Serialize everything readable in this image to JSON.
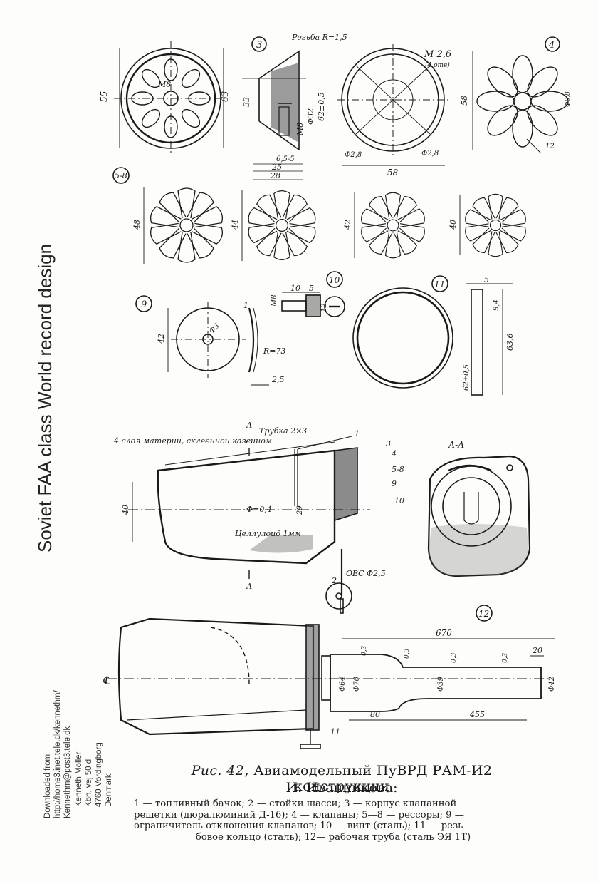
{
  "sidebar": {
    "title": "Soviet FAA class World record design",
    "source_lines": [
      "Downloaded from",
      "http://home3.inet.tele.dk/kennethm/",
      "Kennethm@post3.tele.dk"
    ],
    "address_lines": [
      "Kenneth Moller",
      "Kbh. vej 50 d",
      "4760 Vordingborg",
      "Denmark"
    ]
  },
  "caption": {
    "fig_label": "Рис. 42,",
    "title": "Авиамодельный ПуВРД РАМ-И2 конструкции",
    "author": "И. Иванникова:",
    "legend_lines": [
      "1 — топливный бачок; 2 — стойки шасси; 3 — корпус клапанной",
      "решетки (дюралюминий Д-16); 4 — клапаны; 5—8 — рессоры; 9 —",
      "ограничитель отклонения клапанов; 10 — винт (сталь); 11 — резь-",
      "бовое кольцо (сталь); 12— рабочая труба (сталь ЭЯ 1Т)"
    ]
  },
  "drawing": {
    "part_numbers": [
      "3",
      "4",
      "5-8",
      "9",
      "10",
      "11",
      "12"
    ],
    "section_label": "А-А",
    "dimensions": {
      "grid_outer": "63",
      "grid_inner": "55",
      "grid_thread": "М8",
      "body_thread": "Резьба R=1,5",
      "body_d1": "33",
      "body_d2": "62±0,5",
      "body_d3": "Ф32",
      "body_m": "М8",
      "body_l1": "6,5-5",
      "body_l2": "25",
      "body_l3": "28",
      "ring_m": "М 2,6",
      "ring_m_note": "(4 отв)",
      "ring_d": "58",
      "ring_hole1": "Ф2,8",
      "ring_hole2": "Ф2,8",
      "petal_h": "58",
      "petal_w": "12",
      "petal_d": "Ф0,8",
      "spring_48": "48",
      "spring_44": "44",
      "spring_42": "42",
      "spring_40": "40",
      "limiter_d": "42",
      "limiter_hole": "Ф3",
      "limiter_r": "R=73",
      "limiter_t": "2,5",
      "limiter_1": "1",
      "screw_m": "М8",
      "screw_l1": "10",
      "screw_l2": "5",
      "screw_d": "12",
      "ringnut_t": "5",
      "ringnut_h": "9,4",
      "ringnut_d1": "63,6",
      "ringnut_d2": "62±0,5",
      "tank_note": "4 слоя материи, склеенной казеином",
      "tube_note": "Трубка 2×3",
      "tank_h": "40",
      "tank_phi": "Ф=0,4",
      "tank_29": "29",
      "celluloid": "Целлулоид 1мм",
      "gear_note": "ОВС Ф2,5",
      "section_a": "А",
      "callouts": [
        "1",
        "3",
        "4",
        "5-8",
        "9",
        "10",
        "2"
      ],
      "pipe_len": "670",
      "pipe_end": "20",
      "pipe_80": "80",
      "pipe_455": "455",
      "pipe_d64": "Ф64",
      "pipe_d70": "Ф70",
      "pipe_d39": "Ф39",
      "pipe_d42": "Ф42",
      "pipe_t1": "0,3",
      "pipe_t2": "0,3",
      "pipe_t3": "0,3",
      "pipe_t4": "0,3",
      "pipe_11": "11"
    }
  }
}
